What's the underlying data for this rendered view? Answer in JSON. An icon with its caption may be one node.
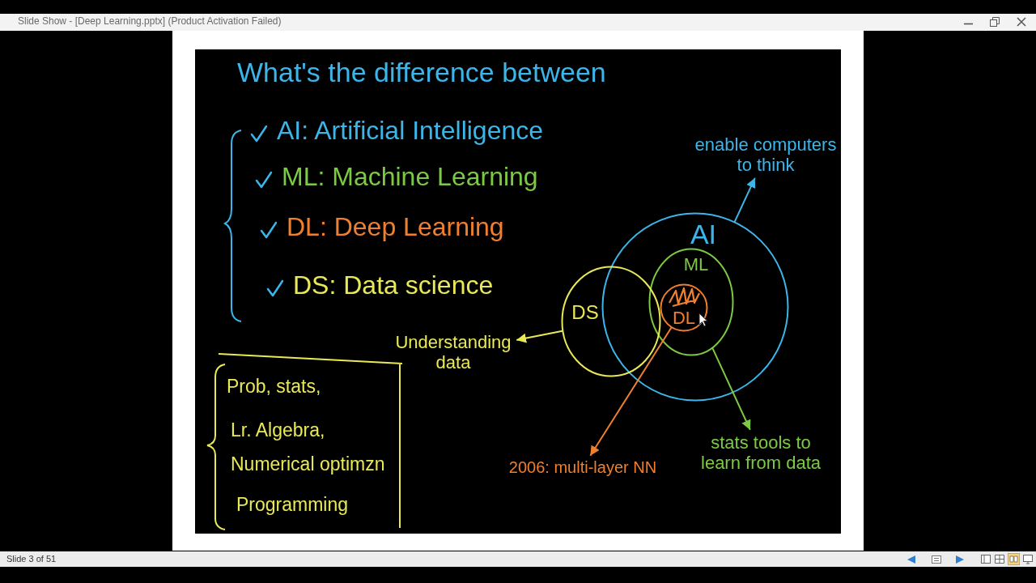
{
  "diagram": {
    "title": "What's the difference between",
    "nodes": [
      {
        "text": [
          "enable computers to think"
        ]
      },
      {
        "text": [
          "AI"
        ]
      },
      {
        "text": [
          "ML"
        ],
        "in": 1
      },
      {
        "text": [
          "DL"
        ],
        "in": 2
      },
      {
        "text": [
          "DS"
        ]
      },
      {
        "text": [
          "Understanding data"
        ]
      },
      {
        "text": [
          "Prob, stats,",
          "Lr. Algebra,",
          "Numerical optimzn",
          "Programming"
        ]
      },
      {
        "text": [
          "stats tools to learn from data"
        ]
      },
      {
        "text": [
          "2006: multi-layer NN"
        ]
      }
    ],
    "edges": [
      {
        "from": 1,
        "to": 0,
        "arrow": "to",
        "color": "#3cb6ea"
      },
      {
        "from": 4,
        "to": 5,
        "arrow": "to",
        "color": "#e9e958"
      },
      {
        "from": 3,
        "to": 8,
        "arrow": "to",
        "color": "#f07f2e"
      },
      {
        "from": 2,
        "to": 7,
        "arrow": "to",
        "color": "#7cc943"
      }
    ],
    "labels": [
      "Slide Show - [Deep Learning.pptx] (Product Activation Failed)",
      "AI: Artificial Intelligence",
      "ML: Machine Learning",
      "DL: Deep Learning",
      "DS: Data science",
      "Slide 3 of 51"
    ]
  }
}
